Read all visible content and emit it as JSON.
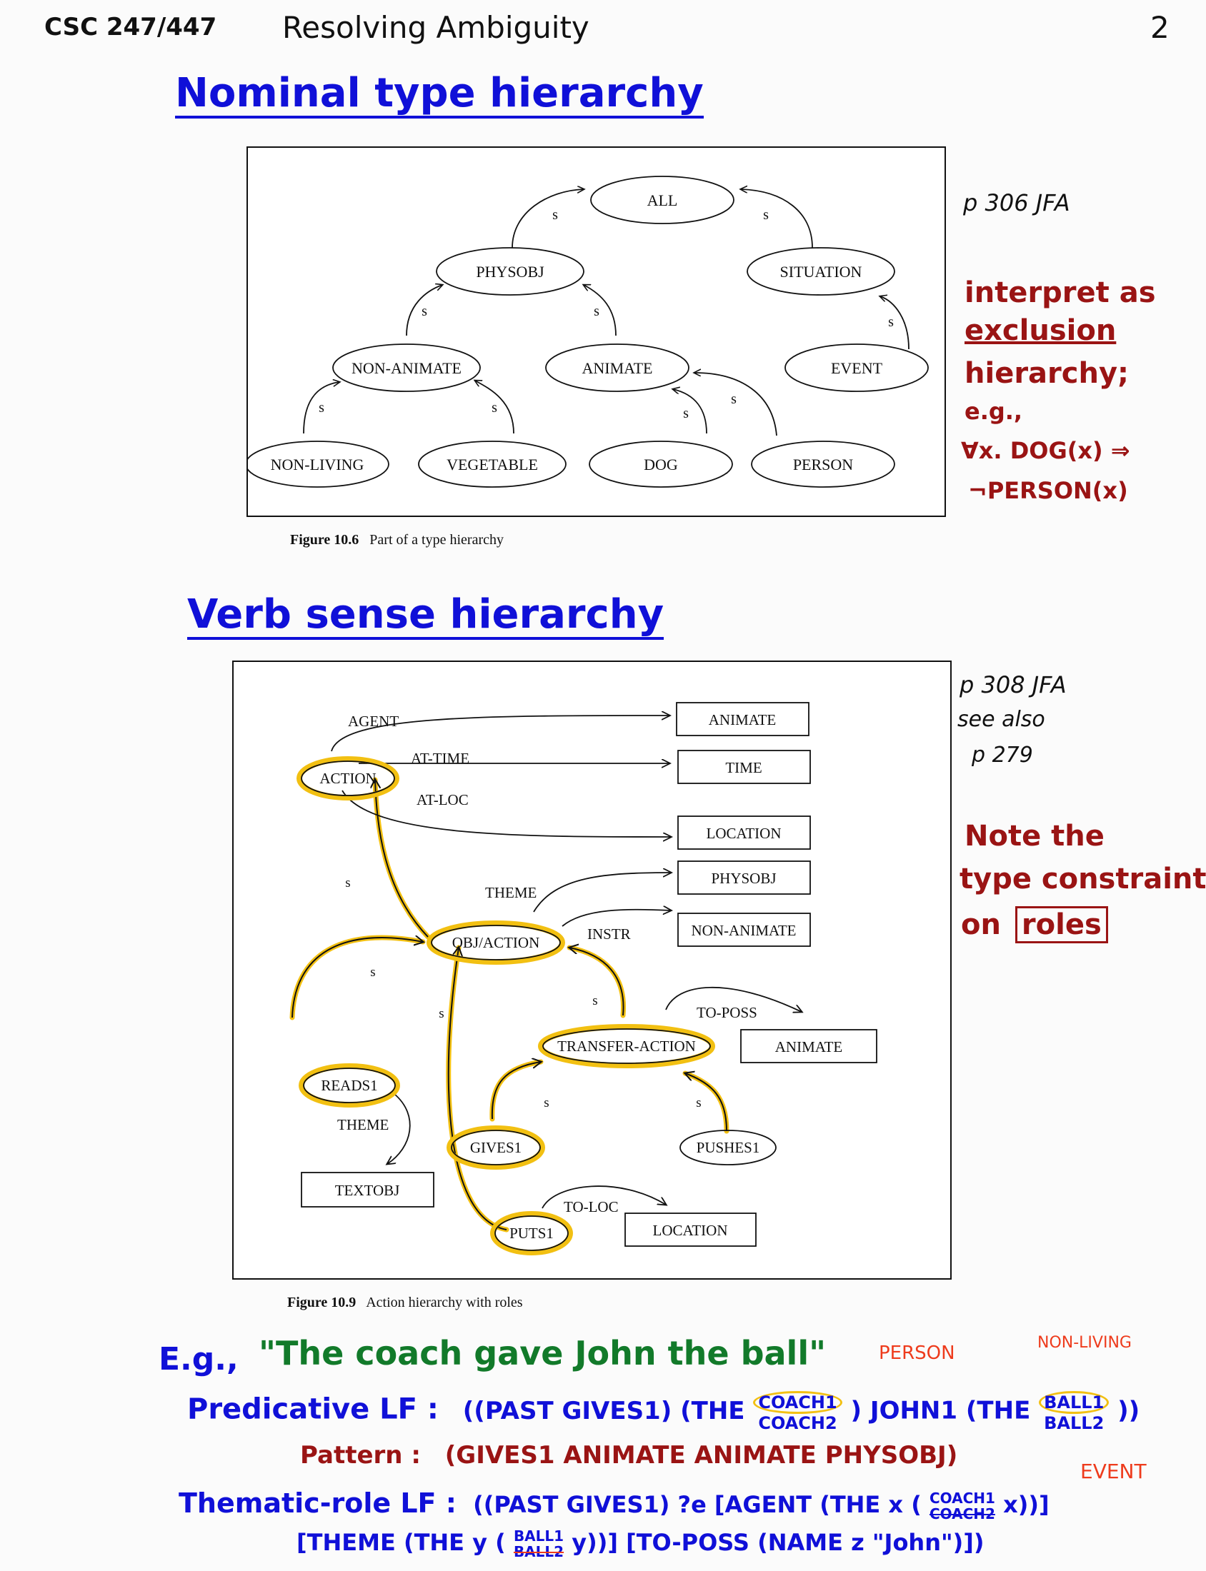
{
  "header": {
    "course": "CSC 247/447",
    "topic": "Resolving Ambiguity",
    "page_number": "2"
  },
  "section1": {
    "title": "Nominal type hierarchy",
    "figure": {
      "nodes": [
        "ALL",
        "PHYSOBJ",
        "SITUATION",
        "NON-ANIMATE",
        "ANIMATE",
        "EVENT",
        "NON-LIVING",
        "VEGETABLE",
        "DOG",
        "PERSON"
      ],
      "edge_label": "s",
      "caption_num": "Figure 10.6",
      "caption_text": "Part of a type hierarchy"
    },
    "notes": {
      "ref": "p 306 JFA",
      "line1": "interpret as",
      "line2": "exclusion",
      "line3": "hierarchy;",
      "line4": "e.g.,",
      "line5": "∀x. DOG(x) ⇒",
      "line6": "¬PERSON(x)"
    }
  },
  "section2": {
    "title": "Verb sense hierarchy",
    "figure": {
      "nodes": {
        "action": "ACTION",
        "objaction": "OBJ/ACTION",
        "transfer": "TRANSFER-ACTION",
        "reads1": "READS1",
        "gives1": "GIVES1",
        "pushes1": "PUSHES1",
        "puts1": "PUTS1"
      },
      "boxes": {
        "animate1": "ANIMATE",
        "time": "TIME",
        "location1": "LOCATION",
        "physobj": "PHYSOBJ",
        "nonanimate": "NON-ANIMATE",
        "animate2": "ANIMATE",
        "textobj": "TEXTOBJ",
        "location2": "LOCATION"
      },
      "roles": {
        "agent": "AGENT",
        "attime": "AT-TIME",
        "atloc": "AT-LOC",
        "theme": "THEME",
        "instr": "INSTR",
        "toposs": "TO-POSS",
        "theme2": "THEME",
        "toloc": "TO-LOC"
      },
      "edge_label": "s",
      "caption_num": "Figure 10.9",
      "caption_text": "Action hierarchy with roles"
    },
    "notes": {
      "ref1": "p 308 JFA",
      "ref2": "see also",
      "ref3": "p 279",
      "red1": "Note the",
      "red2": "type constraints",
      "red3_pre": "on",
      "red3_box": "roles"
    }
  },
  "example": {
    "eg": "E.g.,",
    "sentence": "\"The coach gave John the ball\"",
    "ann_person": "PERSON",
    "ann_nonliving": "NON-LIVING",
    "ann_event": "EVENT",
    "plf_label": "Predicative LF :",
    "plf_a": "((PAST GIVES1) (THE",
    "plf_coach1": "COACH1",
    "plf_coach2": "COACH2",
    "plf_b": ") JOHN1 (THE",
    "plf_ball1": "BALL1",
    "plf_ball2": "BALL2",
    "plf_c": "))",
    "pat_label": "Pattern :",
    "pat_text": "(GIVES1 ANIMATE ANIMATE PHYSOBJ)",
    "trlf_label": "Thematic-role LF :",
    "trlf_a": "((PAST GIVES1) ?e [AGENT (THE x (",
    "trlf_coach1": "COACH1",
    "trlf_coach2": "COACH2",
    "trlf_b": "x))]",
    "trlf2_a": "[THEME (THE y (",
    "trlf2_ball1": "BALL1",
    "trlf2_ball2": "BALL2",
    "trlf2_b": "y))] [TO-POSS (NAME z \"John\")])"
  }
}
